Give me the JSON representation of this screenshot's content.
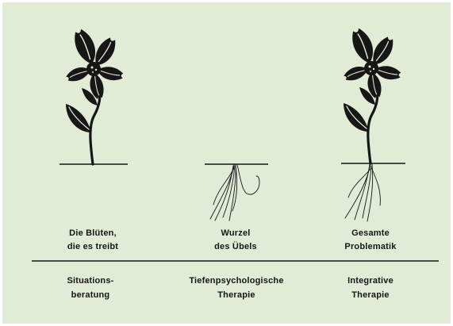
{
  "colors": {
    "background": "#e2ebd6",
    "ink": "#161616"
  },
  "diagram": {
    "columns": [
      {
        "icon": "flower-with-stem-icon",
        "top_label": [
          "Die Blüten,",
          "die es treibt"
        ],
        "bottom_label": [
          "Situations-",
          "beratung"
        ]
      },
      {
        "icon": "roots-icon",
        "top_label": [
          "Wurzel",
          "des Übels"
        ],
        "bottom_label": [
          "Tiefenpsychologische",
          "Therapie"
        ]
      },
      {
        "icon": "flower-with-roots-icon",
        "top_label": [
          "Gesamte",
          "Problematik"
        ],
        "bottom_label": [
          "Integrative",
          "Therapie"
        ]
      }
    ]
  }
}
